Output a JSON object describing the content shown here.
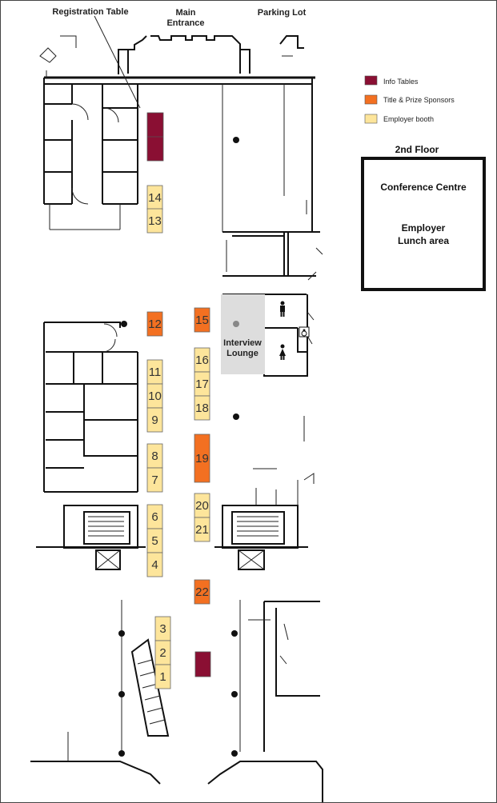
{
  "labels": {
    "registration_table": "Registration Table",
    "main_entrance_1": "Main",
    "main_entrance_2": "Entrance",
    "parking_lot": "Parking Lot",
    "interview_1": "Interview",
    "interview_2": "Lounge",
    "floor_title": "2nd Floor",
    "conference_centre": "Conference Centre",
    "lunch_1": "Employer",
    "lunch_2": "Lunch area"
  },
  "legend": [
    {
      "label": "Info Tables",
      "color": "#8a0f33"
    },
    {
      "label": "Title & Prize Sponsors",
      "color": "#f37021"
    },
    {
      "label": "Employer booth",
      "color": "#fde59b"
    }
  ],
  "booths": [
    {
      "num": "14",
      "type": "employer"
    },
    {
      "num": "13",
      "type": "employer"
    },
    {
      "num": "12",
      "type": "sponsor"
    },
    {
      "num": "15",
      "type": "sponsor"
    },
    {
      "num": "16",
      "type": "employer"
    },
    {
      "num": "11",
      "type": "employer"
    },
    {
      "num": "17",
      "type": "employer"
    },
    {
      "num": "10",
      "type": "employer"
    },
    {
      "num": "18",
      "type": "employer"
    },
    {
      "num": "9",
      "type": "employer"
    },
    {
      "num": "8",
      "type": "employer"
    },
    {
      "num": "19",
      "type": "sponsor"
    },
    {
      "num": "7",
      "type": "employer"
    },
    {
      "num": "20",
      "type": "employer"
    },
    {
      "num": "6",
      "type": "employer"
    },
    {
      "num": "21",
      "type": "employer"
    },
    {
      "num": "5",
      "type": "employer"
    },
    {
      "num": "4",
      "type": "employer"
    },
    {
      "num": "22",
      "type": "sponsor"
    },
    {
      "num": "3",
      "type": "employer"
    },
    {
      "num": "2",
      "type": "employer"
    },
    {
      "num": "1",
      "type": "employer"
    }
  ],
  "info_tables": [
    {
      "type": "info"
    },
    {
      "type": "info"
    }
  ]
}
